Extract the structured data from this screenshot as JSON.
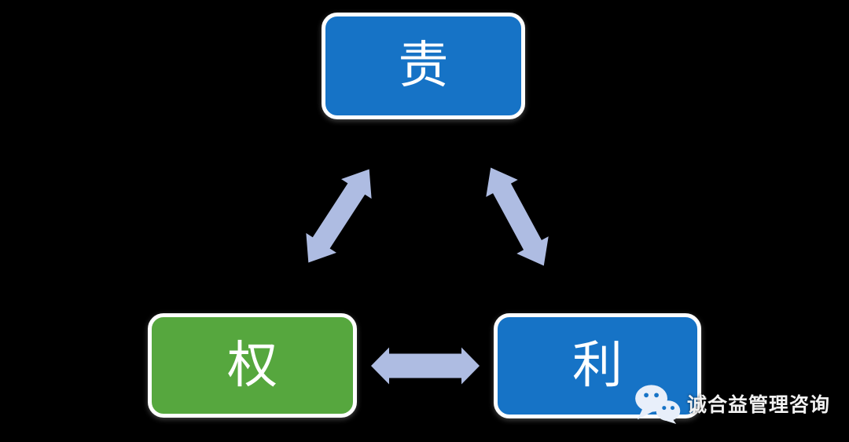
{
  "diagram": {
    "background_color": "#000000",
    "nodes": [
      {
        "label": "责",
        "fill": "#1673C6",
        "text_color": "#FFFFFF"
      },
      {
        "label": "权",
        "fill": "#56A73E",
        "text_color": "#FFFFFF"
      },
      {
        "label": "利",
        "fill": "#1673C6",
        "text_color": "#FFFFFF"
      }
    ],
    "arrows": {
      "fill": "#AEBCE2",
      "connections": [
        "top <-> bottom-left",
        "top <-> bottom-right",
        "bottom-left <-> bottom-right"
      ]
    },
    "watermark": {
      "text": "诚合益管理咨询",
      "icon": "wechat-icon",
      "icon_color": "#E8EFFA",
      "text_color": "#F2F2F2"
    }
  }
}
